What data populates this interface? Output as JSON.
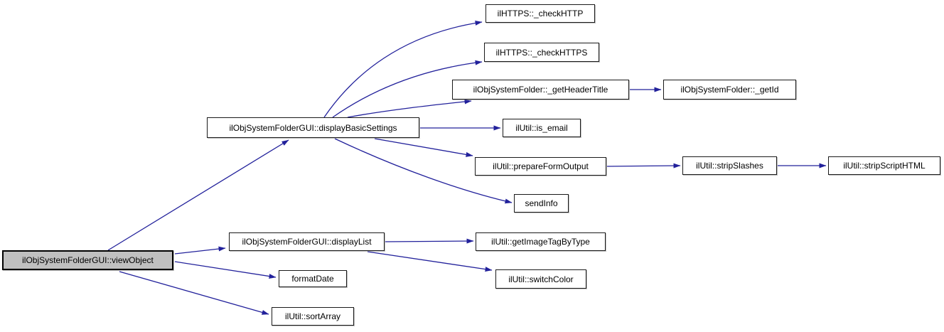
{
  "diagram": {
    "type": "call-graph",
    "background_color": "#ffffff",
    "edge_color": "#22219b",
    "node_fill_color": "#ffffff",
    "node_border_color": "#1a1a1a",
    "highlighted_node_fill_color": "#c0c0c0",
    "nodes": {
      "viewObject": {
        "label": "ilObjSystemFolderGUI::viewObject",
        "highlighted": true
      },
      "displayBasicSettings": {
        "label": "ilObjSystemFolderGUI::displayBasicSettings"
      },
      "checkHTTP": {
        "label": "ilHTTPS::_checkHTTP"
      },
      "checkHTTPS": {
        "label": "ilHTTPS::_checkHTTPS"
      },
      "getHeaderTitle": {
        "label": "ilObjSystemFolder::_getHeaderTitle"
      },
      "getId": {
        "label": "ilObjSystemFolder::_getId"
      },
      "isEmail": {
        "label": "ilUtil::is_email"
      },
      "prepareFormOutput": {
        "label": "ilUtil::prepareFormOutput"
      },
      "stripSlashes": {
        "label": "ilUtil::stripSlashes"
      },
      "stripScriptHTML": {
        "label": "ilUtil::stripScriptHTML"
      },
      "sendInfo": {
        "label": "sendInfo"
      },
      "displayList": {
        "label": "ilObjSystemFolderGUI::displayList"
      },
      "getImageTagByType": {
        "label": "ilUtil::getImageTagByType"
      },
      "switchColor": {
        "label": "ilUtil::switchColor"
      },
      "formatDate": {
        "label": "formatDate"
      },
      "sortArray": {
        "label": "ilUtil::sortArray"
      }
    },
    "edges": [
      {
        "from": "viewObject",
        "to": "displayBasicSettings"
      },
      {
        "from": "viewObject",
        "to": "displayList"
      },
      {
        "from": "viewObject",
        "to": "formatDate"
      },
      {
        "from": "viewObject",
        "to": "sortArray"
      },
      {
        "from": "displayBasicSettings",
        "to": "checkHTTP"
      },
      {
        "from": "displayBasicSettings",
        "to": "checkHTTPS"
      },
      {
        "from": "displayBasicSettings",
        "to": "getHeaderTitle"
      },
      {
        "from": "displayBasicSettings",
        "to": "isEmail"
      },
      {
        "from": "displayBasicSettings",
        "to": "prepareFormOutput"
      },
      {
        "from": "displayBasicSettings",
        "to": "sendInfo"
      },
      {
        "from": "getHeaderTitle",
        "to": "getId"
      },
      {
        "from": "prepareFormOutput",
        "to": "stripSlashes"
      },
      {
        "from": "stripSlashes",
        "to": "stripScriptHTML"
      },
      {
        "from": "displayList",
        "to": "getImageTagByType"
      },
      {
        "from": "displayList",
        "to": "switchColor"
      }
    ]
  }
}
